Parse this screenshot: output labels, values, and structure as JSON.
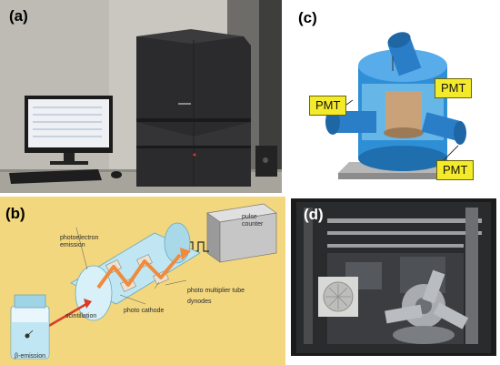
{
  "panels": {
    "a": {
      "label": "(a)"
    },
    "b": {
      "label": "(b)",
      "labels": {
        "pulse_counter": "pulse counter",
        "photoelectron_emission": "photoelectron emission",
        "photo_multiplier_tube": "photo multiplier tube",
        "dynodes": "dynodes",
        "photo_cathode": "photo cathode",
        "scintillation": "scintillation",
        "beta_emission": "β-emission"
      }
    },
    "c": {
      "label": "(c)",
      "pmt_labels": [
        "PMT",
        "PMT",
        "PMT"
      ]
    },
    "d": {
      "label": "(d)"
    }
  },
  "colors": {
    "pmt_box": "#f4ea2c",
    "schematic_bg": "#f2d77e",
    "vessel_blue": "#2f8fd6",
    "arrow_orange": "#f08a3c"
  }
}
